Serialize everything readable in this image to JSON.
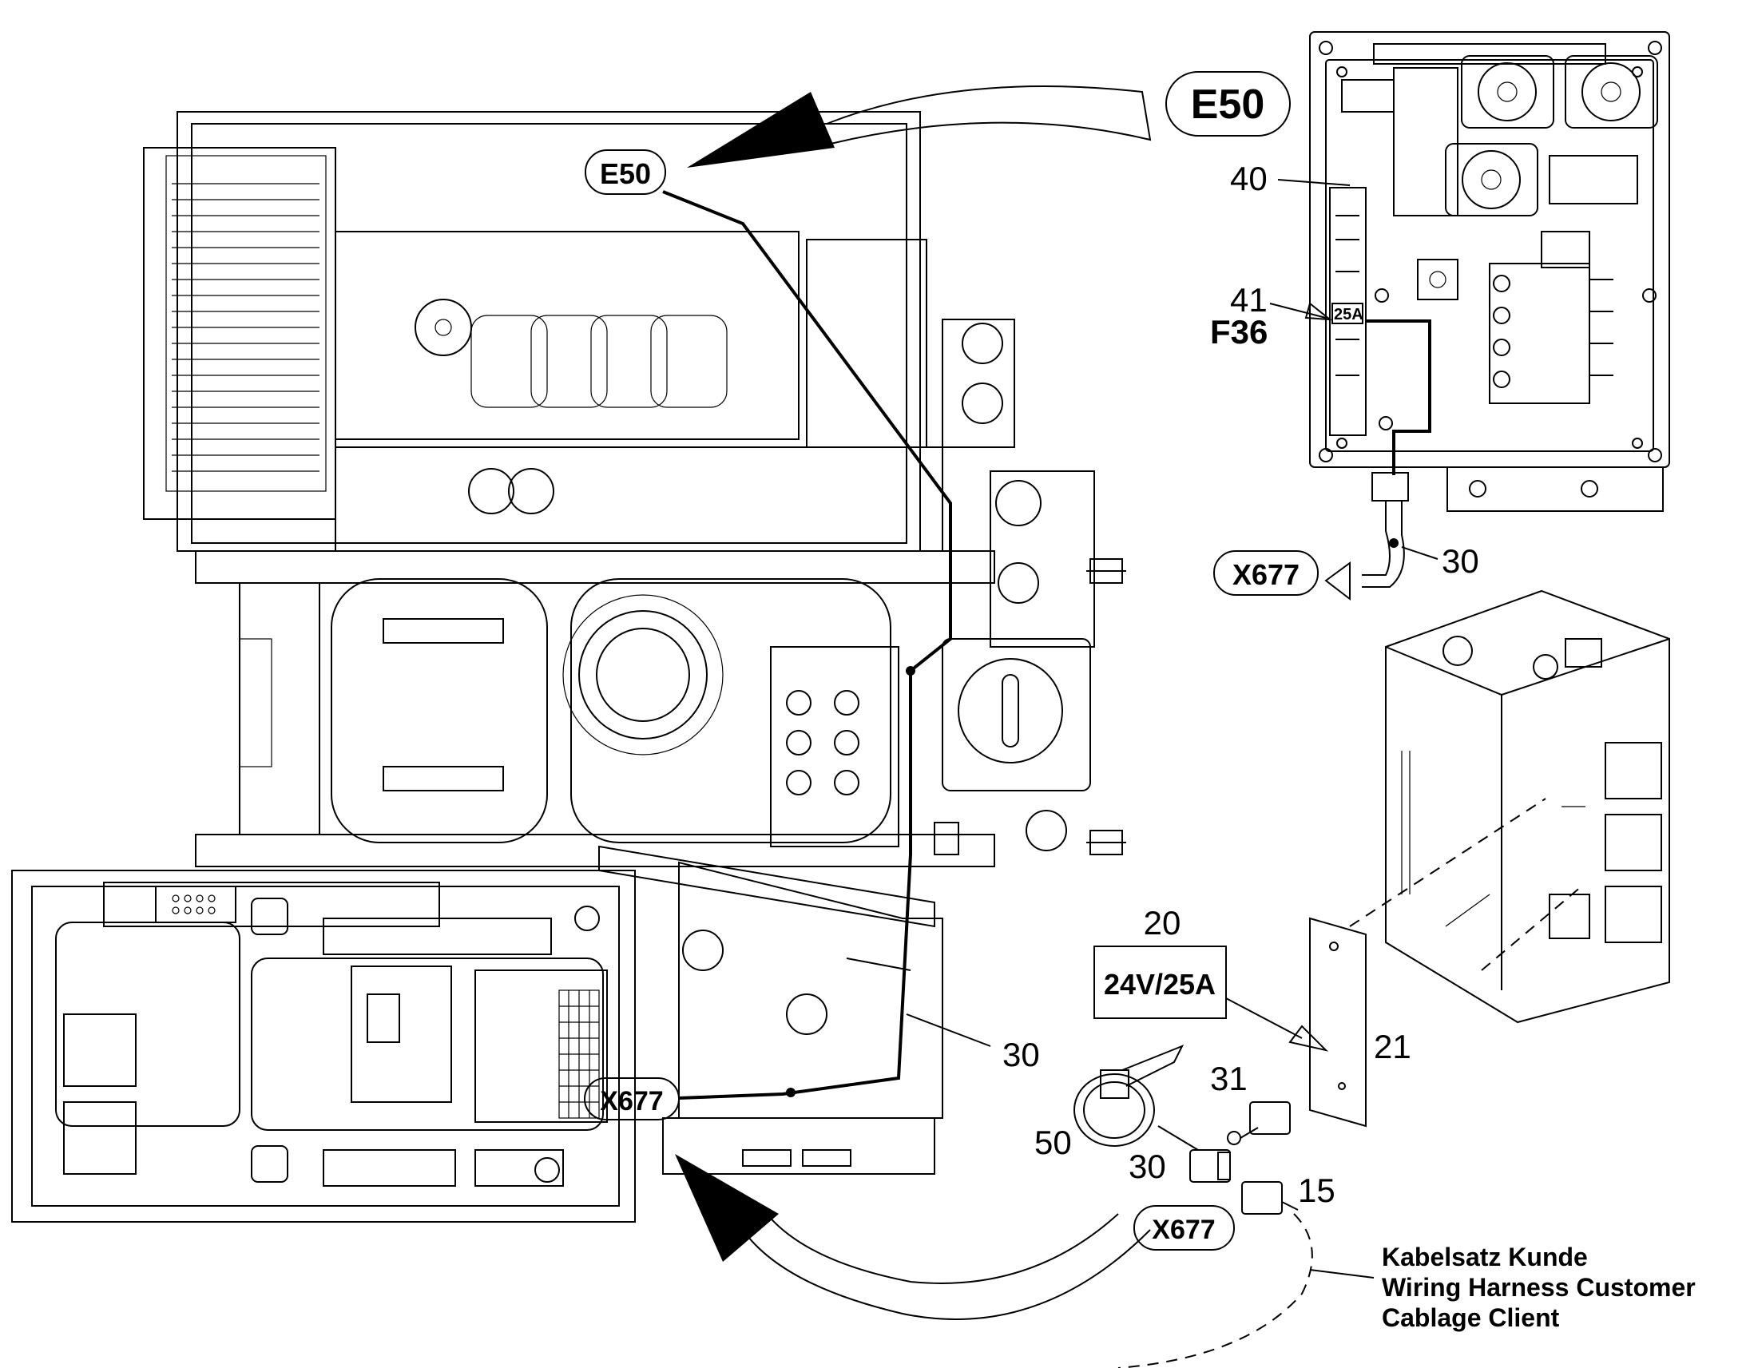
{
  "callouts": {
    "e50_main": "E50",
    "e50_small": "E50",
    "x677_top": "X677",
    "x677_mid": "X677",
    "x677_bottom": "X677"
  },
  "labels": {
    "n40": "40",
    "n41": "41",
    "f36": "F36",
    "fuse_25a": "25A",
    "n30_top": "30",
    "n30_mid": "30",
    "n30_low": "30",
    "n20": "20",
    "rating_24v": "24V/25A",
    "n21": "21",
    "n31": "31",
    "n50": "50",
    "n15": "15"
  },
  "note": {
    "line1": "Kabelsatz Kunde",
    "line2": "Wiring Harness Customer",
    "line3": "Cablage Client"
  }
}
